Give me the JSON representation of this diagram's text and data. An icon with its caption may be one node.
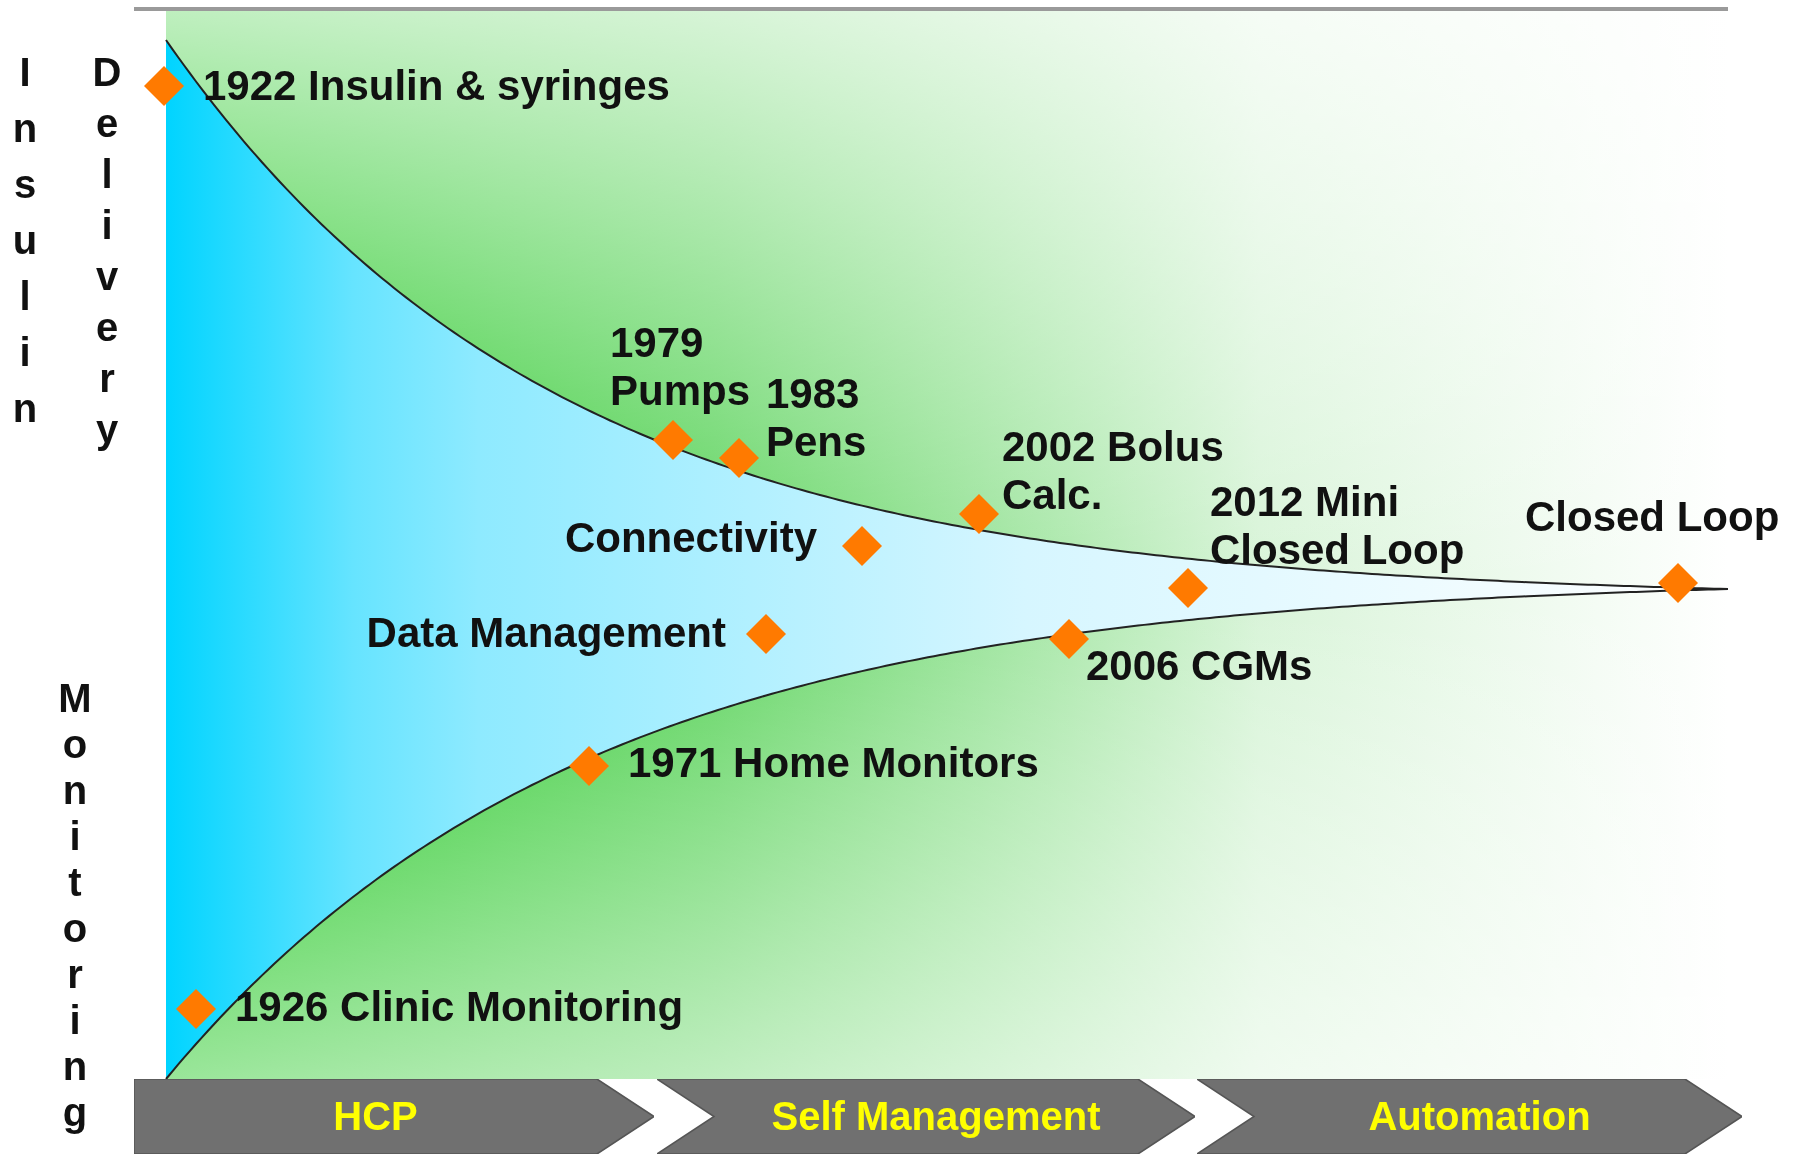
{
  "diagram": {
    "nodes": [
      {
        "text": [],
        "shape": "diamond",
        "beside": [
          "1922 Insulin & syringes"
        ]
      },
      {
        "text": [],
        "shape": "diamond",
        "beside": [
          "1979 Pumps"
        ]
      },
      {
        "text": [],
        "shape": "diamond",
        "beside": [
          "1983 Pens"
        ]
      },
      {
        "text": [],
        "shape": "diamond",
        "beside": [
          "2002 Bolus Calc."
        ]
      },
      {
        "text": [],
        "shape": "diamond",
        "beside": [
          "Connectivity"
        ]
      },
      {
        "text": [],
        "shape": "diamond",
        "beside": [
          "Closed Loop"
        ]
      },
      {
        "text": [],
        "shape": "diamond",
        "beside": [
          "2012 Mini Closed Loop"
        ]
      },
      {
        "text": [],
        "shape": "diamond",
        "beside": [
          "Data Management"
        ]
      },
      {
        "text": [],
        "shape": "diamond",
        "beside": [
          "2006 CGMs"
        ]
      },
      {
        "text": [],
        "shape": "diamond",
        "beside": [
          "1971 Home Monitors"
        ]
      },
      {
        "text": [],
        "shape": "diamond",
        "beside": [
          "1926 Clinic Monitoring"
        ]
      },
      {
        "text": [
          "HCP"
        ]
      },
      {
        "text": [
          "Self Management"
        ]
      },
      {
        "text": [
          "Automation"
        ]
      }
    ],
    "edges": [],
    "labels": [
      "Insulin",
      "Delivery",
      "Monitoring"
    ]
  }
}
